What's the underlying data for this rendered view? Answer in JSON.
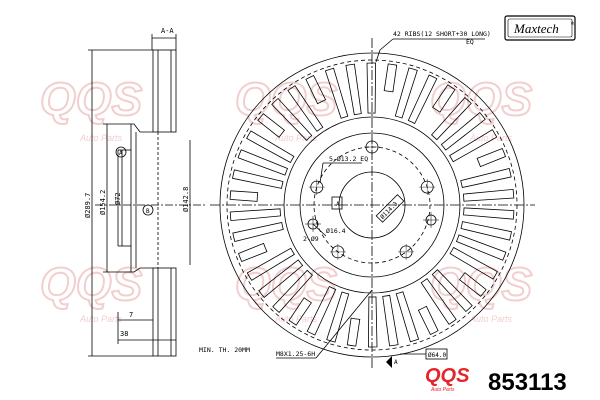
{
  "colors": {
    "line": "#000000",
    "watermark": "#e8a6a6",
    "brand_red": "#e4252b"
  },
  "brand": {
    "name": "Maxtech",
    "registered": "®"
  },
  "watermark": {
    "logo": "QQS",
    "subtitle": "Auto Parts"
  },
  "side_view": {
    "section_label": "A-A",
    "dims": {
      "outer": "Ø289.7",
      "hat": "Ø154.2",
      "center": "Ø72",
      "thickness_7": "7",
      "height_38": "38"
    },
    "datums": {
      "a": "A",
      "b": "B"
    }
  },
  "front_view": {
    "ribs_note": "42 RIBS(12 SHORT+30 LONG)",
    "eq_top": "EQ",
    "bolt_pattern": "5-Ø13.2 EQ",
    "pcd": "Ø114.3",
    "section_mark": "A",
    "pilot_label": "Ø16.4",
    "pilot_hole_count": "2-Ø9",
    "hat_diameter": "Ø142.8",
    "min_thickness": "MIN. TH. 20MM",
    "thread": "M8X1.25-6H",
    "bore": "Ø64.0",
    "flag_a": "A",
    "ribs": {
      "long": 30,
      "short": 12
    }
  },
  "footer": {
    "logo_text": "QQS",
    "logo_sub": "Auto Parts",
    "part_number": "853113"
  }
}
